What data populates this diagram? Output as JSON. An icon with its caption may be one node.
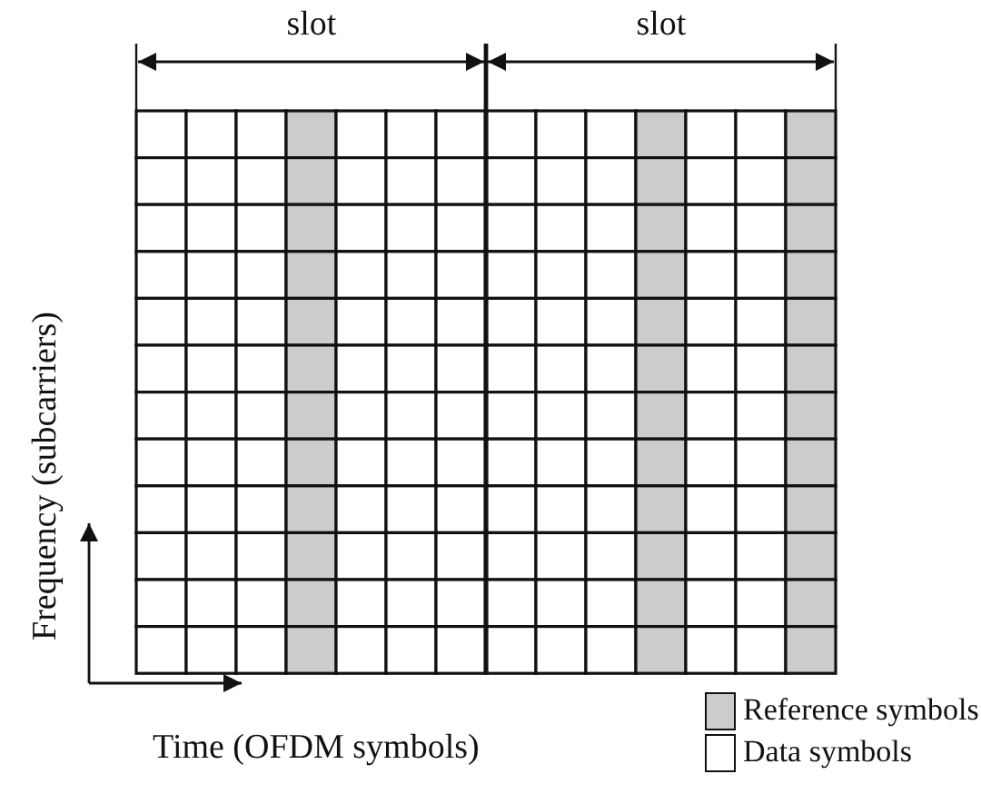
{
  "diagram": {
    "labels": [
      "slot",
      "slot",
      "Frequency (subcarriers)",
      "Time (OFDM symbols)"
    ],
    "legend": [
      {
        "text": "Reference symbols",
        "color": "#cccccc"
      },
      {
        "text": "Data symbols",
        "color": "#ffffff"
      }
    ]
  }
}
